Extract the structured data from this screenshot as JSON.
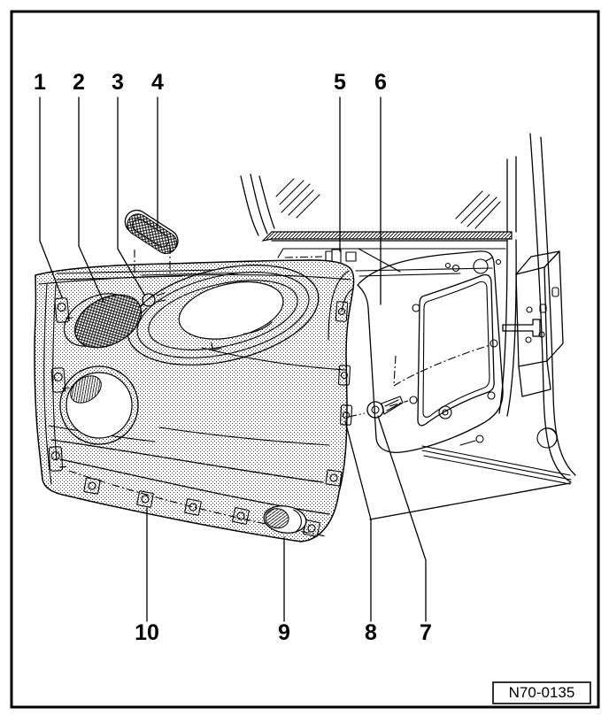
{
  "figure": {
    "stamp_text": "N70-0135",
    "background_color": "#ffffff",
    "line_color": "#000000"
  },
  "callouts": {
    "top": [
      {
        "label": "1"
      },
      {
        "label": "2"
      },
      {
        "label": "3"
      },
      {
        "label": "4"
      },
      {
        "label": "5"
      },
      {
        "label": "6"
      }
    ],
    "bottom": [
      {
        "label": "10"
      },
      {
        "label": "9"
      },
      {
        "label": "8"
      },
      {
        "label": "7"
      }
    ]
  }
}
